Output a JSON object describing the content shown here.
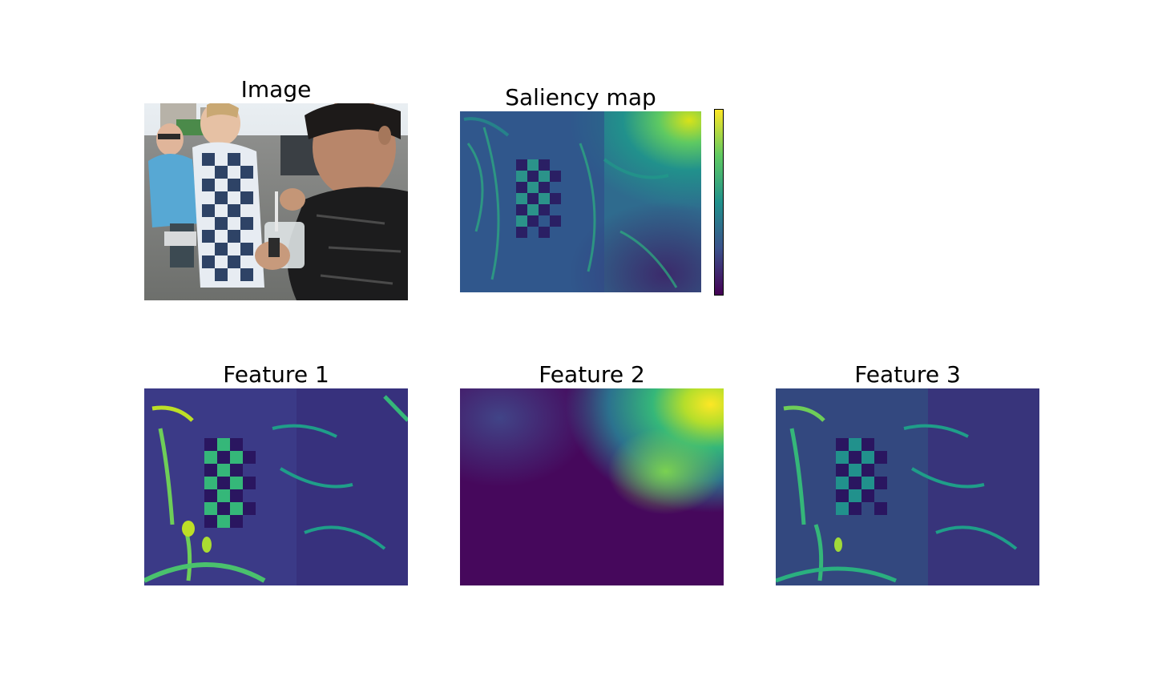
{
  "panels": {
    "image": {
      "title": "Image"
    },
    "saliency": {
      "title": "Saliency map"
    },
    "feature1": {
      "title": "Feature 1"
    },
    "feature2": {
      "title": "Feature 2"
    },
    "feature3": {
      "title": "Feature 3"
    }
  },
  "colormap": {
    "name": "viridis",
    "stops": [
      "#440154",
      "#3b528b",
      "#21918c",
      "#5ec962",
      "#fde725"
    ]
  },
  "photo_description_icon": "photo-icon"
}
